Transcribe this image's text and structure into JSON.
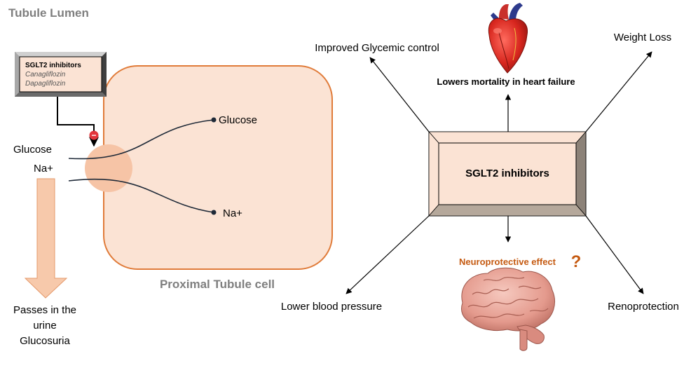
{
  "left_panel": {
    "region_label": "Tubule Lumen",
    "drug_box": {
      "title": "SGLT2 inhibitors",
      "drugs": [
        "Canagliflozin",
        "Dapagliflozin"
      ]
    },
    "inhibit_symbol": "−",
    "lumen_glucose": "Glucose",
    "lumen_sodium": "Na+",
    "cell_glucose": "Glucose",
    "cell_sodium": "Na+",
    "cell_label": "Proximal Tubule cell",
    "urine_lines": [
      "Passes in the",
      "urine",
      "Glucosuria"
    ]
  },
  "right_panel": {
    "center_label": "SGLT2 inhibitors",
    "effects": {
      "glycemic": "Improved Glycemic control",
      "heart": "Lowers mortality in heart failure",
      "weight": "Weight Loss",
      "blood_pressure": "Lower blood pressure",
      "neuro": "Neuroprotective effect",
      "neuro_mark": "?",
      "renal": "Renoprotection"
    }
  },
  "icons": [
    "heart-illustration-icon",
    "brain-illustration-icon"
  ],
  "colors": {
    "cell_fill": "#fbe3d4",
    "cell_stroke": "#e07b39",
    "transporter": "#f6c4a6",
    "arrow_fill": "#f7c9ab",
    "label_gray": "#7f7f7f",
    "neuro_orange": "#c55a11",
    "inhibit_red": "#e3353b",
    "bevel_dark": "#7a7a7a",
    "box_fill": "#fbe3d4"
  }
}
